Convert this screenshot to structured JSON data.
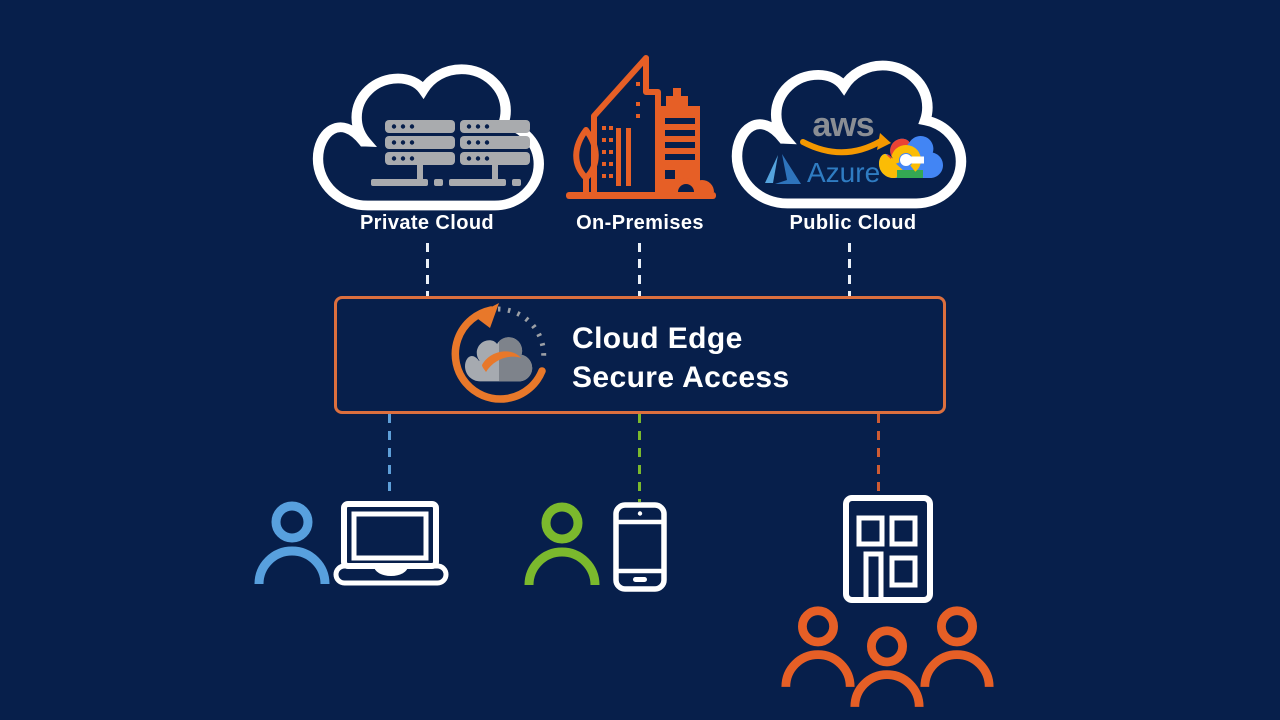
{
  "diagram": {
    "top_nodes": [
      {
        "id": "private-cloud",
        "label": "Private Cloud"
      },
      {
        "id": "on-premises",
        "label": "On-Premises"
      },
      {
        "id": "public-cloud",
        "label": "Public Cloud"
      }
    ],
    "gateway": {
      "line1": "Cloud Edge",
      "line2": "Secure Access"
    },
    "public_cloud_logos": {
      "aws_text": "aws",
      "azure_text": "Azure",
      "google_cloud": "google-cloud-logo"
    },
    "bottom_nodes": [
      {
        "id": "remote-user-laptop",
        "icons": [
          "person-icon",
          "laptop-icon"
        ]
      },
      {
        "id": "mobile-user-phone",
        "icons": [
          "person-icon",
          "smartphone-icon"
        ]
      },
      {
        "id": "branch-office-group",
        "icons": [
          "office-building-icon",
          "user-group-icon"
        ]
      }
    ],
    "colors": {
      "background": "#071F4B",
      "accent_orange": "#E65F26",
      "gateway_border": "#DC6F3E",
      "logo_orange": "#E8782A",
      "white": "#FFFFFF",
      "server_gray": "#A9ABAE",
      "user_blue": "#58A0DE",
      "user_green": "#7BB92D",
      "aws_gray": "#8A8E94",
      "aws_smile_orange": "#F49800",
      "azure_blue": "#2F7CC2",
      "gcp_blue": "#4285F4",
      "gcp_red": "#EA4335",
      "gcp_yellow": "#FBBC05",
      "gcp_green": "#34A853"
    }
  }
}
